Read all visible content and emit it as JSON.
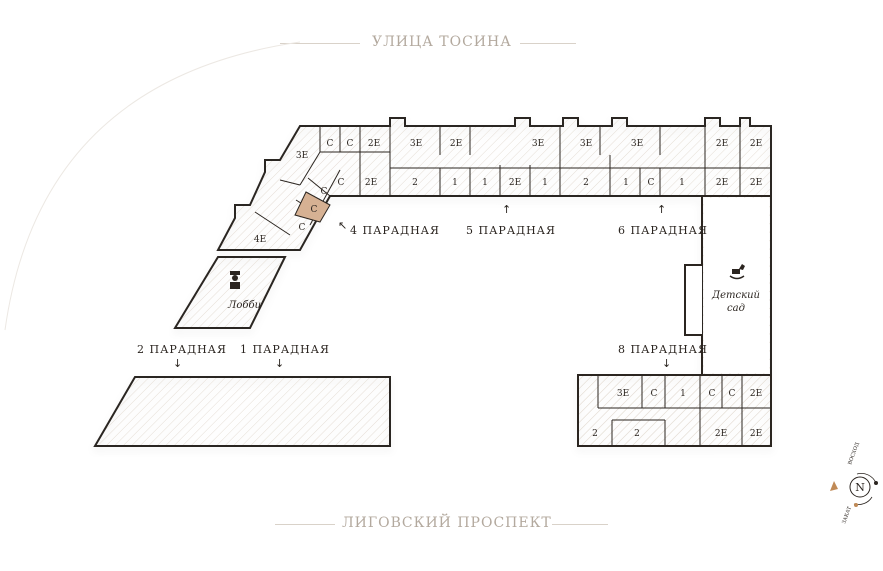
{
  "streets": {
    "top": "УЛИЦА ТОСИНА",
    "bottom": "ЛИГОВСКИЙ ПРОСПЕКТ"
  },
  "entrances": [
    {
      "label": "4 ПАРАДНАЯ",
      "arrow": "↖"
    },
    {
      "label": "5 ПАРАДНАЯ",
      "arrow": "↑"
    },
    {
      "label": "6 ПАРАДНАЯ",
      "arrow": "↑"
    },
    {
      "label": "2 ПАРАДНАЯ",
      "arrow": "↓"
    },
    {
      "label": "1 ПАРАДНАЯ",
      "arrow": "↓"
    },
    {
      "label": "8 ПАРАДНАЯ",
      "arrow": "↓"
    }
  ],
  "facilities": {
    "lobby": "Лобби",
    "kindergarten_line1": "Детский",
    "kindergarten_line2": "сад"
  },
  "units": {
    "u_3e_a": "3Е",
    "u_c_a": "С",
    "u_c_b": "С",
    "u_2e_a": "2Е",
    "u_c_c": "С",
    "u_c_d": "С",
    "u_2e_b": "2Е",
    "u_c_selected": "С",
    "u_c_e": "С",
    "u_4e": "4Е",
    "u_3e_b": "3Е",
    "u_2e_c": "2Е",
    "u_3e_c": "3Е",
    "u_2_a": "2",
    "u_1_a": "1",
    "u_1_b": "1",
    "u_2e_d": "2Е",
    "u_1_c": "1",
    "u_3e_d": "3Е",
    "u_3e_e": "3Е",
    "u_2e_e": "2Е",
    "u_2e_f": "2Е",
    "u_2_b": "2",
    "u_1_d": "1",
    "u_c_f": "С",
    "u_1_e": "1",
    "u_2e_g": "2Е",
    "u_2e_h": "2Е",
    "u_3e_f": "3Е",
    "u_c_g": "С",
    "u_1_f": "1",
    "u_c_h": "С",
    "u_c_i": "С",
    "u_2e_i": "2Е",
    "u_2_c": "2",
    "u_2_d": "2",
    "u_2e_j": "2Е",
    "u_2e_k": "2Е"
  },
  "compass": {
    "letter": "N",
    "sunrise": "ВОСХОД",
    "sunset": "ЗАКАТ"
  },
  "colors": {
    "wall": "#2b2520",
    "selected_unit": "#d6b193",
    "street_text": "#b3a99e",
    "accent": "#c08a56"
  }
}
